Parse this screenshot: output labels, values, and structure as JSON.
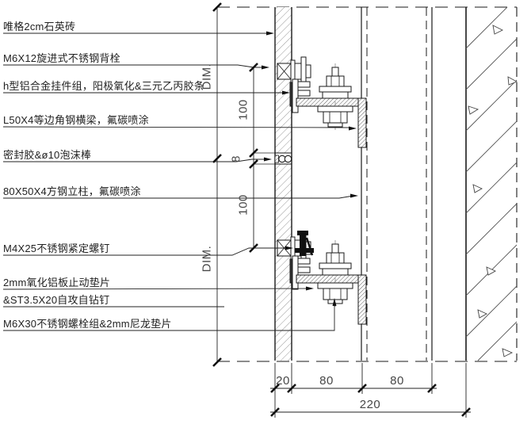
{
  "callouts": {
    "stone": "唯格2cm石英砖",
    "back_bolt": "M6X12旋进式不锈钢背栓",
    "hanger": "h型铝合金挂件组，阳极氧化&三元乙丙胶条",
    "beam": "L50X4等边角钢横梁，氟碳喷涂",
    "sealant": "密封胶&ø10泡沫棒",
    "column": "80X50X4方钢立柱，氟碳喷涂",
    "set_screw": "M4X25不锈钢紧定螺钉",
    "stop_washer": "2mm氧化铝板止动垫片",
    "self_drill": "&ST3.5X20自攻自钻钉",
    "bolt_group": "M6X30不锈钢螺栓组&2mm尼龙垫片"
  },
  "dimensions": {
    "vertical_top": "DIM.",
    "spacing_top": "100",
    "joint_width": "8",
    "spacing_bottom": "100",
    "vertical_bottom": "DIM.",
    "stone_thickness": "20",
    "cavity": "80",
    "column_depth": "80",
    "total": "220"
  },
  "colors": {
    "line": "#1a1a1a",
    "dim_text": "#474747",
    "stone_hatch": "#979797",
    "steel_hatch": "#4a4a4a"
  }
}
